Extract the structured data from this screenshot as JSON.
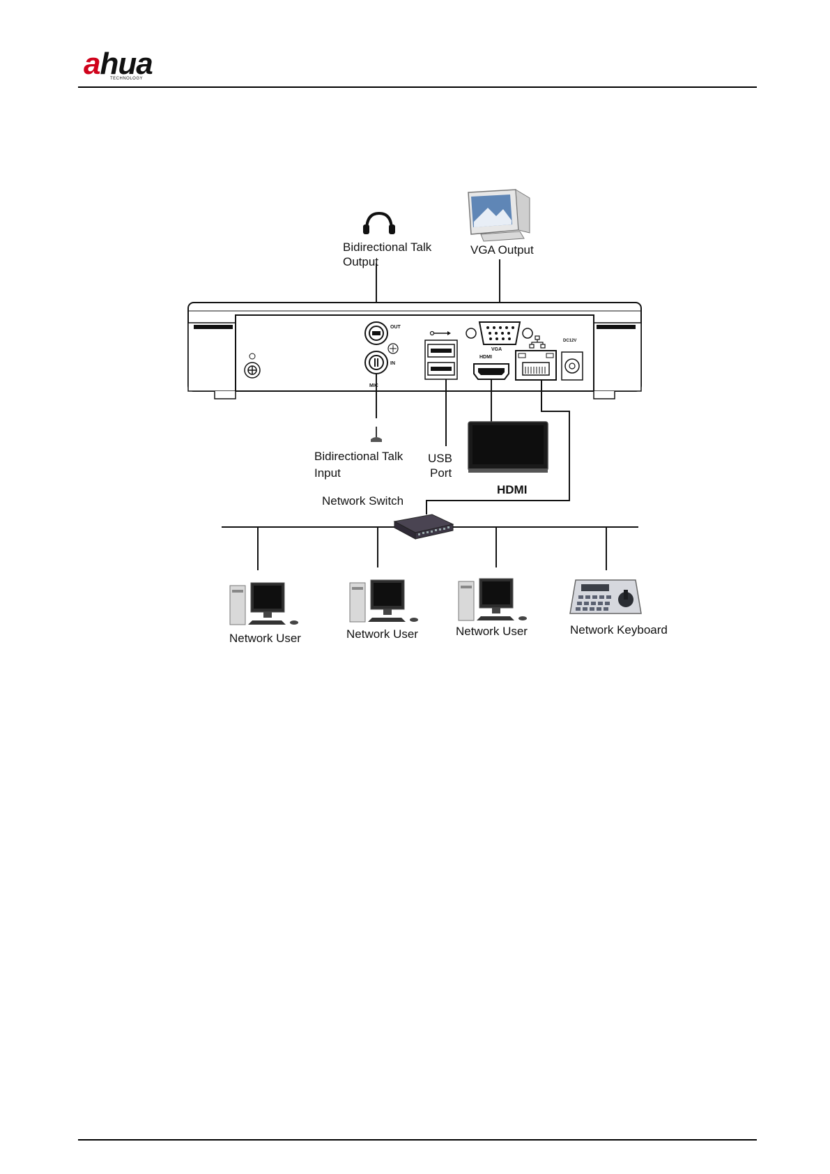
{
  "header": {
    "logo_text_prefix": "a",
    "logo_text_rest": "hua",
    "logo_subtext": "TECHNOLOGY"
  },
  "diagram": {
    "labels": {
      "talk_output_line1": "Bidirectional Talk",
      "talk_output_line2": "Output",
      "vga_output": "VGA Output",
      "talk_input_line1": "Bidirectional Talk",
      "talk_input_line2": "Input",
      "usb_line1": "USB",
      "usb_line2": "Port",
      "hdmi": "HDMI",
      "network_switch": "Network Switch",
      "network_user_1": "Network User",
      "network_user_2": "Network User",
      "network_user_3": "Network User",
      "network_keyboard": "Network Keyboard"
    },
    "panel_markings": {
      "out": "OUT",
      "in": "IN",
      "mic": "MIC",
      "vga": "VGA",
      "hdmi": "HDMI",
      "dc": "DC12V"
    }
  }
}
